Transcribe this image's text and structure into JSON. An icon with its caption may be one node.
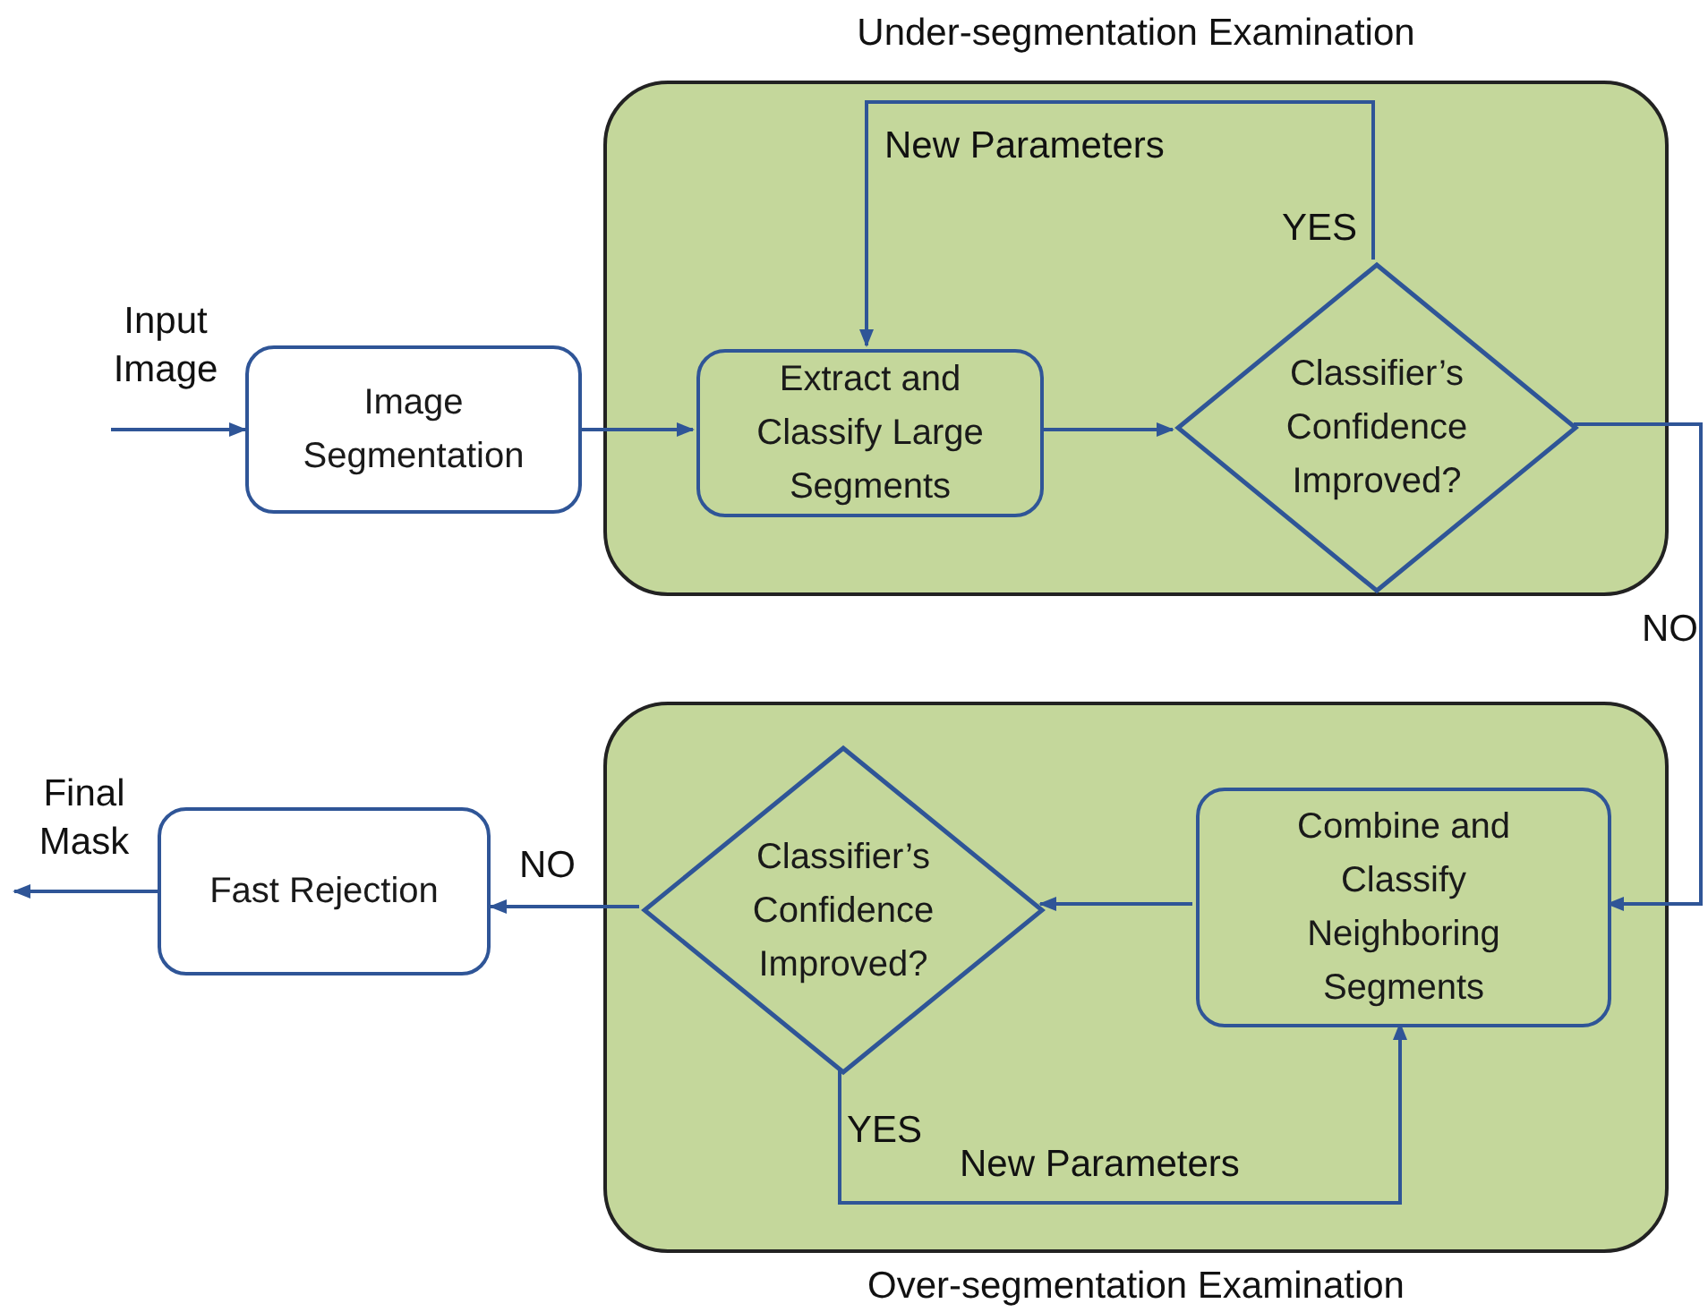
{
  "diagram": {
    "nodes": [
      {
        "text": [
          "Under-segmentation Examination"
        ]
      },
      {
        "text": [
          "Image Segmentation"
        ]
      },
      {
        "text": [
          "Extract and Classify Large Segments"
        ],
        "in": 0
      },
      {
        "text": [
          "Classifier’s Confidence Improved?"
        ],
        "in": 0
      },
      {
        "text": [
          "Over-segmentation Examination"
        ]
      },
      {
        "text": [
          "Combine and Classify Neighboring Segments"
        ],
        "in": 4
      },
      {
        "text": [
          "Classifier’s Confidence Improved?"
        ],
        "in": 4
      },
      {
        "text": [
          "Fast Rejection"
        ]
      }
    ],
    "edges": [
      {
        "from": null,
        "to": 1,
        "arrow": "to",
        "label": "Input Image"
      },
      {
        "from": 1,
        "to": 2,
        "arrow": "to"
      },
      {
        "from": 2,
        "to": 3,
        "arrow": "to"
      },
      {
        "from": 3,
        "to": 2,
        "arrow": "to",
        "label": "New Parameters"
      },
      {
        "from": 3,
        "to": 5,
        "arrow": "to",
        "label": "NO"
      },
      {
        "from": 5,
        "to": 6,
        "arrow": "to"
      },
      {
        "from": 6,
        "to": 5,
        "arrow": "to",
        "label": "New Parameters"
      },
      {
        "from": 6,
        "to": 7,
        "arrow": "to",
        "label": "NO"
      },
      {
        "from": 7,
        "to": null,
        "arrow": "to",
        "label": "Final Mask"
      }
    ],
    "labels": [
      "YES",
      "YES"
    ]
  }
}
